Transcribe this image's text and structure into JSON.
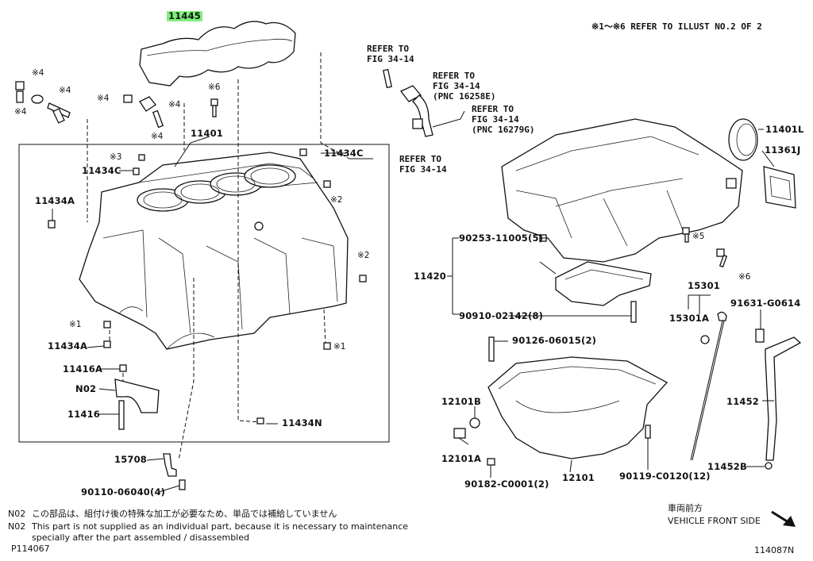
{
  "header_note": "※1〜※6 REFER TO ILLUST NO.2 OF 2",
  "parts": {
    "p11445": "11445",
    "p11401": "11401",
    "p11434C_a": "11434C",
    "p11434C_b": "11434C",
    "p11434A_a": "11434A",
    "p11434A_b": "11434A",
    "p11416A": "11416A",
    "pN02": "N02",
    "p11416": "11416",
    "p11434N": "11434N",
    "p15708": "15708",
    "p90110": "90110-06040(4)",
    "p90253": "90253-11005(5)",
    "p11420": "11420",
    "p90910": "90910-02142(8)",
    "p90126": "90126-06015(2)",
    "p12101B": "12101B",
    "p12101A": "12101A",
    "p90182": "90182-C0001(2)",
    "p12101": "12101",
    "p90119": "90119-C0120(12)",
    "p15301": "15301",
    "p15301A": "15301A",
    "p91631": "91631-G0614",
    "p11452": "11452",
    "p11452B": "11452B",
    "p11401L": "11401L",
    "p11361J": "11361J"
  },
  "marks": {
    "m4a": "※4",
    "m4b": "※4",
    "m4c": "※4",
    "m4d": "※4",
    "m4e": "※4",
    "m4f": "※4",
    "m6a": "※6",
    "m6b": "※6",
    "m3": "※3",
    "m2a": "※2",
    "m2b": "※2",
    "m1a": "※1",
    "m1b": "※1",
    "m5": "※5"
  },
  "refs": {
    "r1": "REFER TO\nFIG 34-14",
    "r2": "REFER TO\nFIG 34-14\n(PNC 16258E)",
    "r3": "REFER TO\nFIG 34-14\n(PNC 16279G)",
    "r4": "REFER TO\nFIG 34-14"
  },
  "notes": {
    "jp_code": "N02",
    "jp_text": "この部品は、組付け後の特殊な加工が必要なため、単品では補給していません",
    "en_code": "N02",
    "en_text1": "This part is not supplied as an individual part, because it is necessary to maintenance",
    "en_text2": "specially after the part assembled / disassembled",
    "illus_id": "P114067",
    "fig_id": "114087N",
    "front_jp": "車両前方",
    "front_en": "VEHICLE FRONT SIDE"
  },
  "colors": {
    "highlight": "#7ef07a",
    "ink": "#111111"
  }
}
